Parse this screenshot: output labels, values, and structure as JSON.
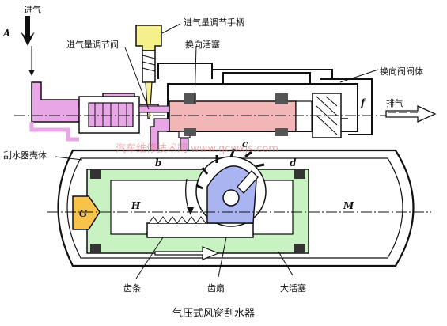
{
  "labels": {
    "intake": "进气",
    "intake_handle": "进气量调节手柄",
    "intake_valve": "进气量调节阀",
    "reversing_piston": "换向活塞",
    "reversing_valve_body": "换向阀阀体",
    "exhaust": "排气",
    "wiper_housing": "刮水器壳体",
    "rack": "齿条",
    "sector_gear": "齿扇",
    "large_piston": "大活塞"
  },
  "letters": {
    "A": "A",
    "b": "b",
    "c": "c",
    "d": "d",
    "f": "f",
    "G": "G",
    "H": "H",
    "M": "M"
  },
  "watermark": "汽车维修技术网 www.qcwxjs.com",
  "caption": "气压式风窗刮水器",
  "colors": {
    "handle_yellow": "#f6f08a",
    "piston_pink": "#f2b6b6",
    "passage_pink": "#e9a6e6",
    "housing_green": "#c9f2c2",
    "gear_blue": "#aab4f0",
    "inlet_orange": "#f7c34a",
    "seal_dark": "#333333",
    "line": "#111111"
  }
}
